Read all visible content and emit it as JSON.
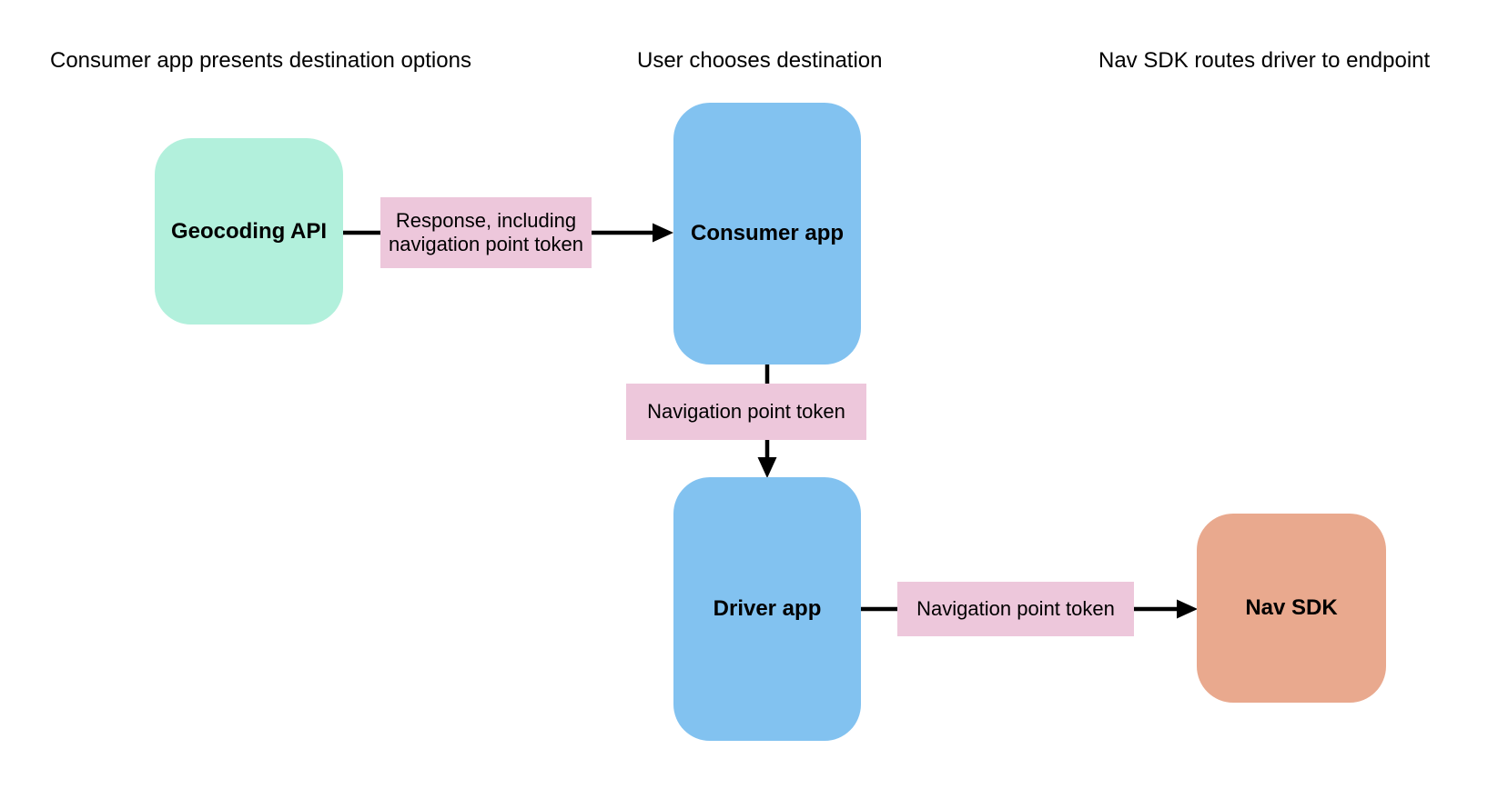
{
  "diagram": {
    "headers": [
      {
        "text": "Consumer app presents destination options"
      },
      {
        "text": "User chooses destination"
      },
      {
        "text": "Nav SDK routes driver to endpoint"
      }
    ],
    "nodes": [
      {
        "id": "geocoding-api",
        "label": "Geocoding API",
        "color": "#B2F0DC"
      },
      {
        "id": "consumer-app",
        "label": "Consumer app",
        "color": "#82C2F0"
      },
      {
        "id": "driver-app",
        "label": "Driver app",
        "color": "#82C2F0"
      },
      {
        "id": "nav-sdk",
        "label": "Nav SDK",
        "color": "#E9A98E"
      }
    ],
    "edges": [
      {
        "from": "geocoding-api",
        "to": "consumer-app",
        "label": "Response, including navigation point token"
      },
      {
        "from": "consumer-app",
        "to": "driver-app",
        "label": "Navigation point token"
      },
      {
        "from": "driver-app",
        "to": "nav-sdk",
        "label": "Navigation point token"
      }
    ],
    "colors": {
      "edge_label_bg": "#EDC7DB",
      "arrow": "#000000",
      "background": "#FFFFFF"
    }
  }
}
